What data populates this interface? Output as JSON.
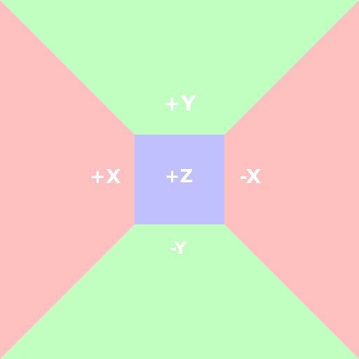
{
  "faces": {
    "top": {
      "label": "+Y",
      "color": "#c0ffc0"
    },
    "bottom": {
      "label": "-Y",
      "color": "#c0ffc0"
    },
    "left": {
      "label": "+X",
      "color": "#ffc0c0"
    },
    "right": {
      "label": "-X",
      "color": "#ffc0c0"
    },
    "center": {
      "label": "+Z",
      "color": "#c0c0ff"
    }
  },
  "label_color": "#ffffff"
}
